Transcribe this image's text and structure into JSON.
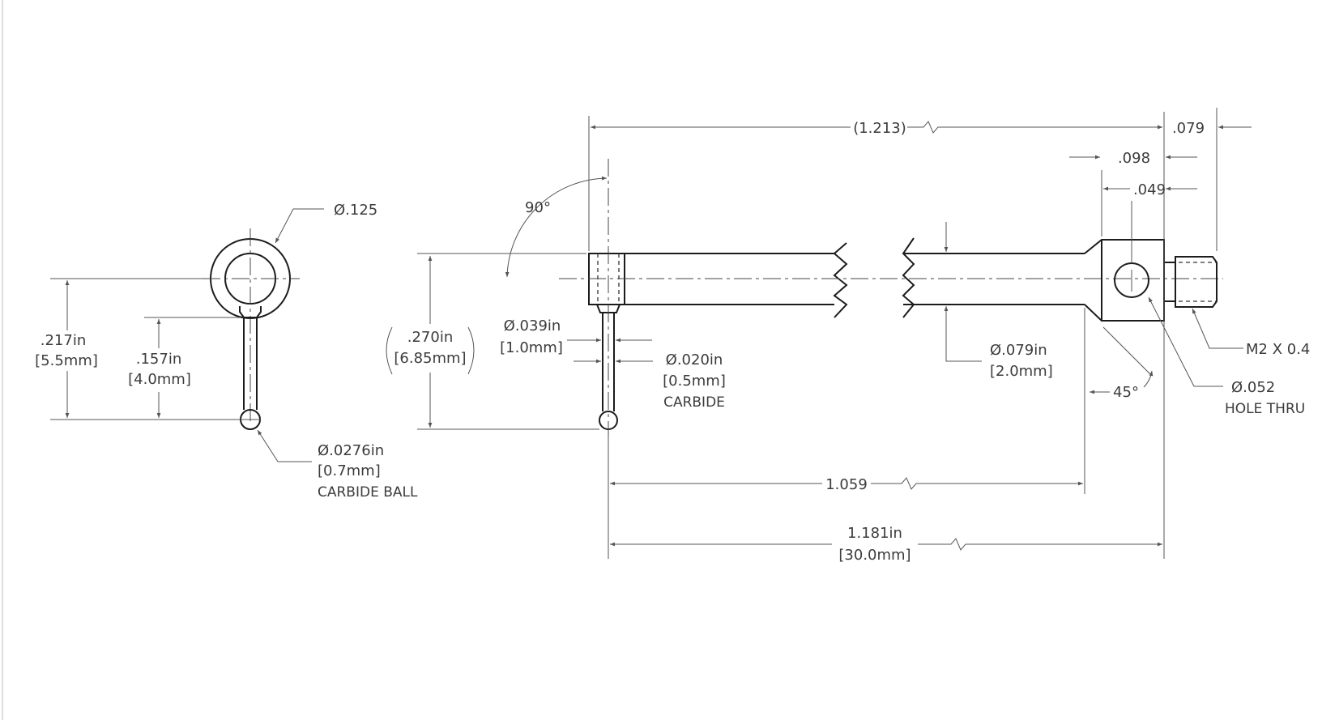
{
  "side_view": {
    "dia_head": "Ø.125",
    "overall_height_in": ".217in",
    "overall_height_mm": "[5.5mm]",
    "stem_height_in": ".157in",
    "stem_height_mm": "[4.0mm]",
    "ball_dia_in": "Ø.0276in",
    "ball_dia_mm": "[0.7mm]",
    "ball_material": "CARBIDE BALL"
  },
  "front_view": {
    "overall_length_ref": "(1.213)",
    "thread_length": ".079",
    "body_length": ".098",
    "hole_offset": ".049",
    "angle_90": "90°",
    "height_in": ".270in",
    "height_mm": "[6.85mm]",
    "shank_dia_in": "Ø.039in",
    "shank_dia_mm": "[1.0mm]",
    "tip_dia_in": "Ø.020in",
    "tip_dia_mm": "[0.5mm]",
    "tip_material": "CARBIDE",
    "rod_dia_in": "Ø.079in",
    "rod_dia_mm": "[2.0mm]",
    "chamfer_angle": "45°",
    "thread_spec": "M2 X 0.4",
    "hole_dia": "Ø.052",
    "hole_note": "HOLE THRU",
    "length_to_shoulder": "1.059",
    "total_length_in": "1.181in",
    "total_length_mm": "[30.0mm]"
  }
}
